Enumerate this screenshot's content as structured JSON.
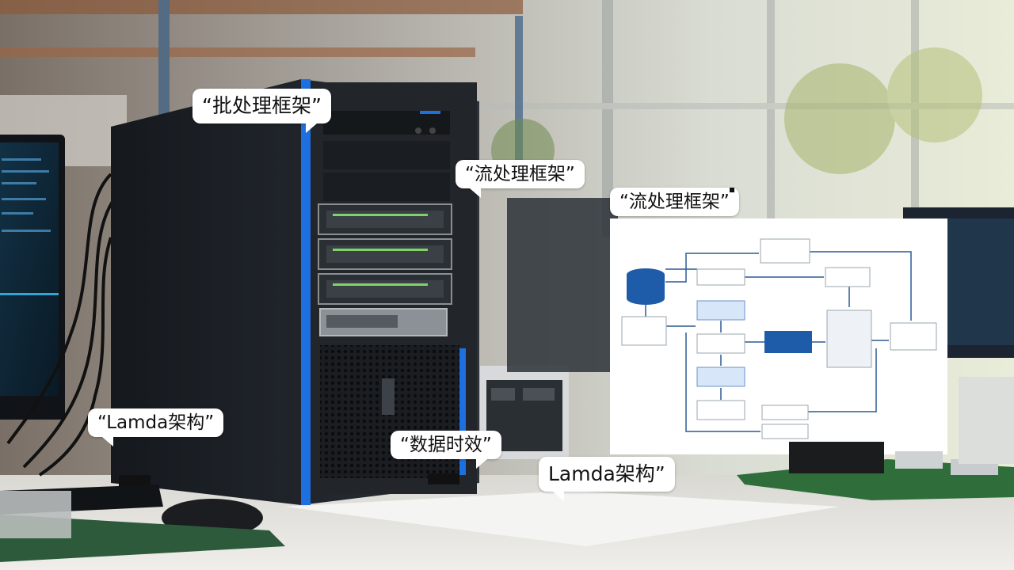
{
  "bubbles": {
    "batch": "“批处理框架”",
    "stream_top": "“流处理框架”",
    "stream_right": "“流处理框架”",
    "lamda_left": "“Lamda架构”",
    "timeliness": "“数据时效”",
    "lamda_bottom": "Lamda架构”"
  },
  "colors": {
    "accent_blue": "#1e6fe0",
    "tower": "#1f2328",
    "diagram_box": "#d7e6f8"
  }
}
